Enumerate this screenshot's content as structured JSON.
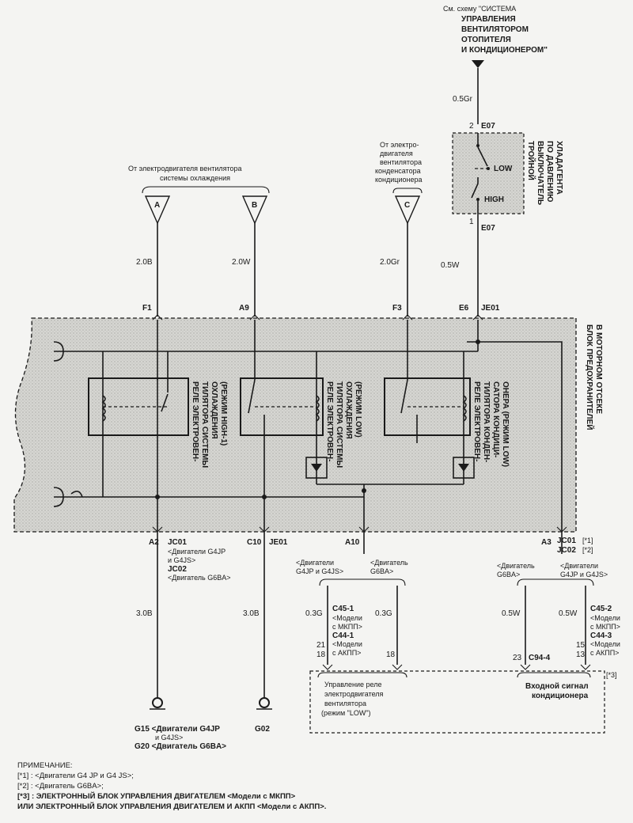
{
  "top_ref": {
    "lines": [
      "См. схему \"СИСТЕМА",
      "УПРАВЛЕНИЯ",
      "ВЕНТИЛЯТОРОМ",
      "ОТОПИТЕЛЯ",
      "И КОНДИЦИОНЕРОМ\""
    ]
  },
  "wires": {
    "w_05gr": "0.5Gr",
    "w_20b": "2.0B",
    "w_20w": "2.0W",
    "w_20gr": "2.0Gr",
    "w_05w": "0.5W",
    "w_30b_1": "3.0B",
    "w_30b_2": "3.0B",
    "w_03g_1": "0.3G",
    "w_03g_2": "0.3G",
    "w_05w_1": "0.5W",
    "w_05w_2": "0.5W"
  },
  "pressure_switch": {
    "pin_top": "2",
    "conn_top": "E07",
    "pin_bottom": "1",
    "conn_bottom": "E07",
    "low": "LOW",
    "high": "HIGH",
    "title_lines": [
      "ТРОЙНОЙ",
      "ВЫКЛЮЧАТЕЛЬ",
      "ПО ДАВЛЕНИЮ",
      "ХЛАДАГЕНТА"
    ]
  },
  "sources": {
    "fan_motor_lines": [
      "От электродвигателя вентилятора",
      "системы охлаждения"
    ],
    "condenser_lines": [
      "От электро-",
      "двигателя",
      "вентилятора",
      "конденсатора",
      "кондиционера"
    ],
    "tri_a": "A",
    "tri_b": "B",
    "tri_c": "C"
  },
  "pins_top": {
    "f1": "F1",
    "a9": "A9",
    "f3": "F3",
    "e6": "E6",
    "je01": "JE01"
  },
  "fuse_block_lines": [
    "БЛОК ПРЕДОХРАНИТЕЛЕЙ",
    "В МОТОРНОМ ОТСЕКЕ"
  ],
  "relays": {
    "r1_lines": [
      "РЕЛЕ ЭЛЕКТРОВЕН-",
      "ТИЛЯТОРА СИСТЕМЫ",
      "ОХЛАЖДЕНИЯ",
      "(РЕЖИМ HIGH-1)"
    ],
    "r2_lines": [
      "РЕЛЕ ЭЛЕКТРОВЕН-",
      "ТИЛЯТОРА СИСТЕМЫ",
      "ОХЛАЖДЕНИЯ",
      "(РЕЖИМ LOW)"
    ],
    "r3_lines": [
      "РЕЛЕ ЭЛЕКТРОВЕН-",
      "ТИЛЯТОРА КОНДЕН-",
      "САТОРА КОНДИЦИ-",
      "ОНЕРА (РЕЖИМ LOW)"
    ]
  },
  "bottom_conns": {
    "a2": "A2",
    "jc01_a": "JC01",
    "eng_g4_a1": "<Двигатели G4JP",
    "eng_g4_a2": "и G4JS>",
    "jc02_a": "JC02",
    "eng_g6_a": "<Двигатель G6BA>",
    "c10": "C10",
    "je01_b": "JE01",
    "a10": "A10",
    "eng_g4_b1": "<Двигатели",
    "eng_g4_b2": "G4JP и G4JS>",
    "eng_g6_b1": "<Двигатель",
    "eng_g6_b2": "G6BA>",
    "a3": "A3",
    "jc01_c": "JC01",
    "jc01_c_note": "[*1]",
    "jc02_c": "JC02",
    "jc02_c_note": "[*2]",
    "eng_g6_c1": "<Двигатель",
    "eng_g6_c2": "G6BA>",
    "eng_g4_c1": "<Двигатели",
    "eng_g4_c2": "G4JP и G4JS>"
  },
  "ecu_side": {
    "c451": "C45-1",
    "mkpp_l1": "<Модели",
    "mkpp_l2": "с МКПП>",
    "c441": "C44-1",
    "akpp_l1": "<Модели",
    "akpp_l2": "с АКПП>",
    "pin21": "21",
    "pin18a": "18",
    "pin18b": "18",
    "c452": "C45-2",
    "mkpp_r1": "<Модели",
    "mkpp_r2": "с МКПП>",
    "c443": "C44-3",
    "akpp_r1": "<Модели",
    "akpp_r2": "с АКПП>",
    "pin23": "23",
    "c944": "C94-4",
    "pin15": "15",
    "pin13": "13",
    "box_note": "[*3]",
    "ctrl_lines": [
      "Управление реле",
      "электродвигателя",
      "вентилятора",
      "(режим \"LOW\")"
    ],
    "input_lines": [
      "Входной сигнал",
      "кондиционера"
    ]
  },
  "grounds": {
    "g15": "G15 <Двигатели G4JP",
    "g15_b": "и G4JS>",
    "g20": "G20 <Двигатель G6BA>",
    "g02": "G02"
  },
  "notes": {
    "title": "ПРИМЕЧАНИЕ:",
    "n1": "[*1] : <Двигатели G4 JP и G4 JS>;",
    "n2": "[*2] : <Двигатель G6BA>;",
    "n3": "[*3] : ЭЛЕКТРОННЫЙ БЛОК УПРАВЛЕНИЯ ДВИГАТЕЛЕМ <Модели с МКПП>",
    "n4": "ИЛИ ЭЛЕКТРОННЫЙ БЛОК УПРАВЛЕНИЯ ДВИГАТЕЛЕМ И АКПП <Модели с АКПП>."
  }
}
